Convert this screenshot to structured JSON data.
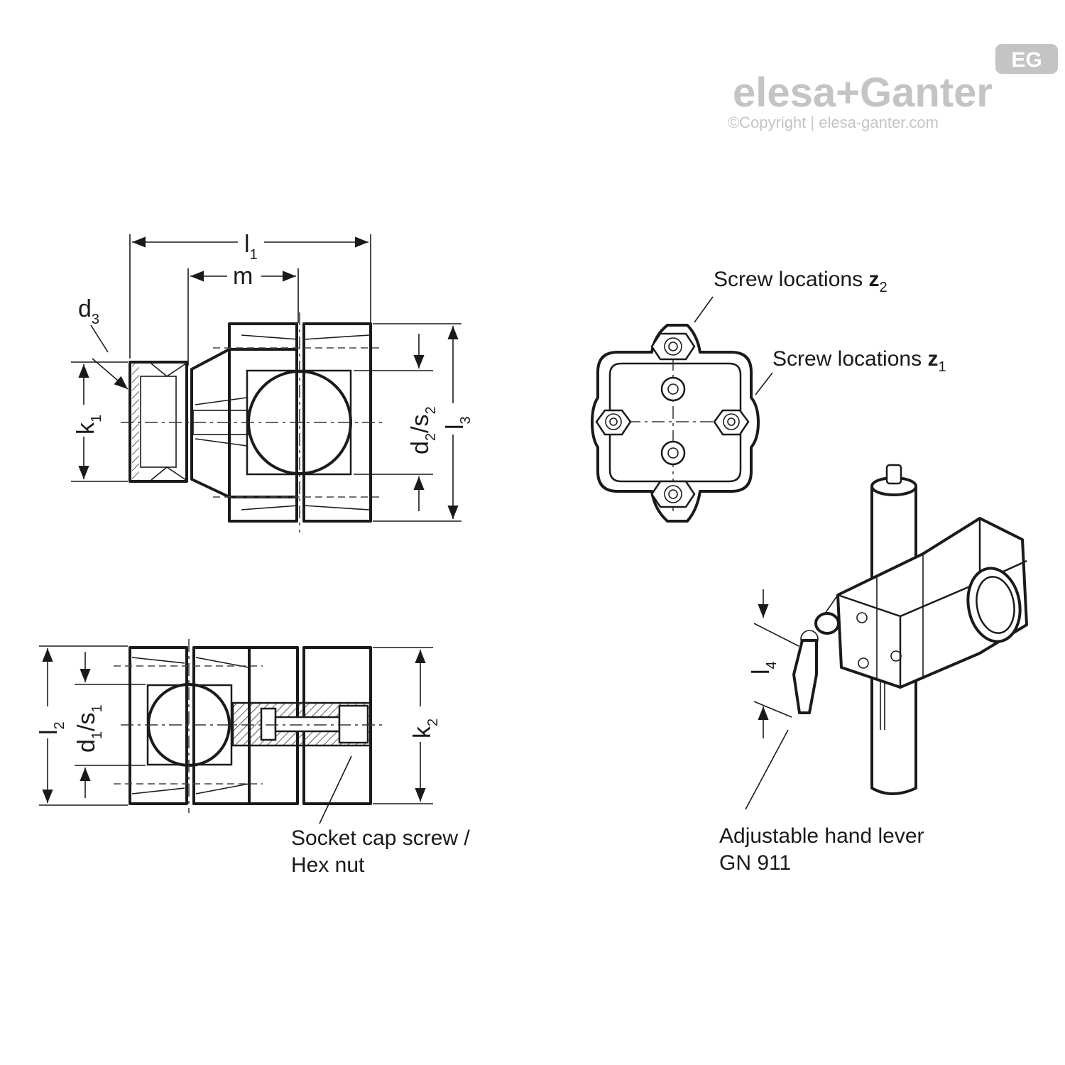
{
  "logo": {
    "brand": "elesa+Ganter",
    "copyright": "©Copyright | elesa-ganter.com",
    "badge": "EG"
  },
  "dimensions": {
    "l1": "l",
    "l1_sub": "1",
    "m": "m",
    "d3": "d",
    "d3_sub": "3",
    "k1": "k",
    "k1_sub": "1",
    "d2s2": "d",
    "d2s2_sub": "2",
    "d2s2_mid": "/s",
    "d2s2_sub2": "2",
    "l3": "l",
    "l3_sub": "3",
    "l2": "l",
    "l2_sub": "2",
    "d1s1": "d",
    "d1s1_sub": "1",
    "d1s1_mid": "/s",
    "d1s1_sub2": "1",
    "k2": "k",
    "k2_sub": "2",
    "l4": "l",
    "l4_sub": "4"
  },
  "callouts": {
    "screw_z2": "Screw locations ",
    "screw_z2_sym": "z",
    "screw_z2_sub": "2",
    "screw_z1": "Screw locations ",
    "screw_z1_sym": "z",
    "screw_z1_sub": "1",
    "socket_line1": "Socket cap screw /",
    "socket_line2": "Hex nut",
    "lever_line1": "Adjustable hand lever",
    "lever_line2": "GN 911"
  }
}
